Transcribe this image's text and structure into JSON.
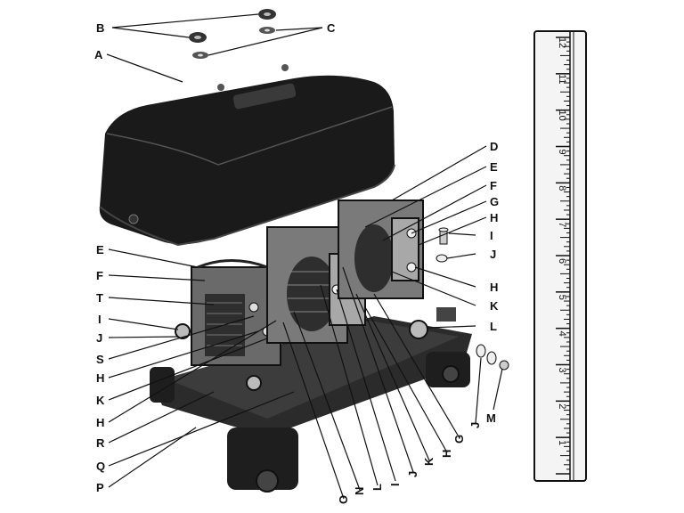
{
  "callouts": {
    "A": "A",
    "B": "B",
    "C": "C",
    "D": "D",
    "E": "E",
    "F": "F",
    "G": "G",
    "H": "H",
    "I": "I",
    "J": "J",
    "K": "K",
    "L": "L",
    "M": "M",
    "N": "N",
    "O": "O",
    "P": "P",
    "Q": "Q",
    "R": "R",
    "S": "S",
    "T": "T"
  },
  "ruler": {
    "numbers": [
      "1",
      "2",
      "3",
      "4",
      "5",
      "6",
      "7",
      "8",
      "9",
      "10",
      "11",
      "12"
    ]
  }
}
